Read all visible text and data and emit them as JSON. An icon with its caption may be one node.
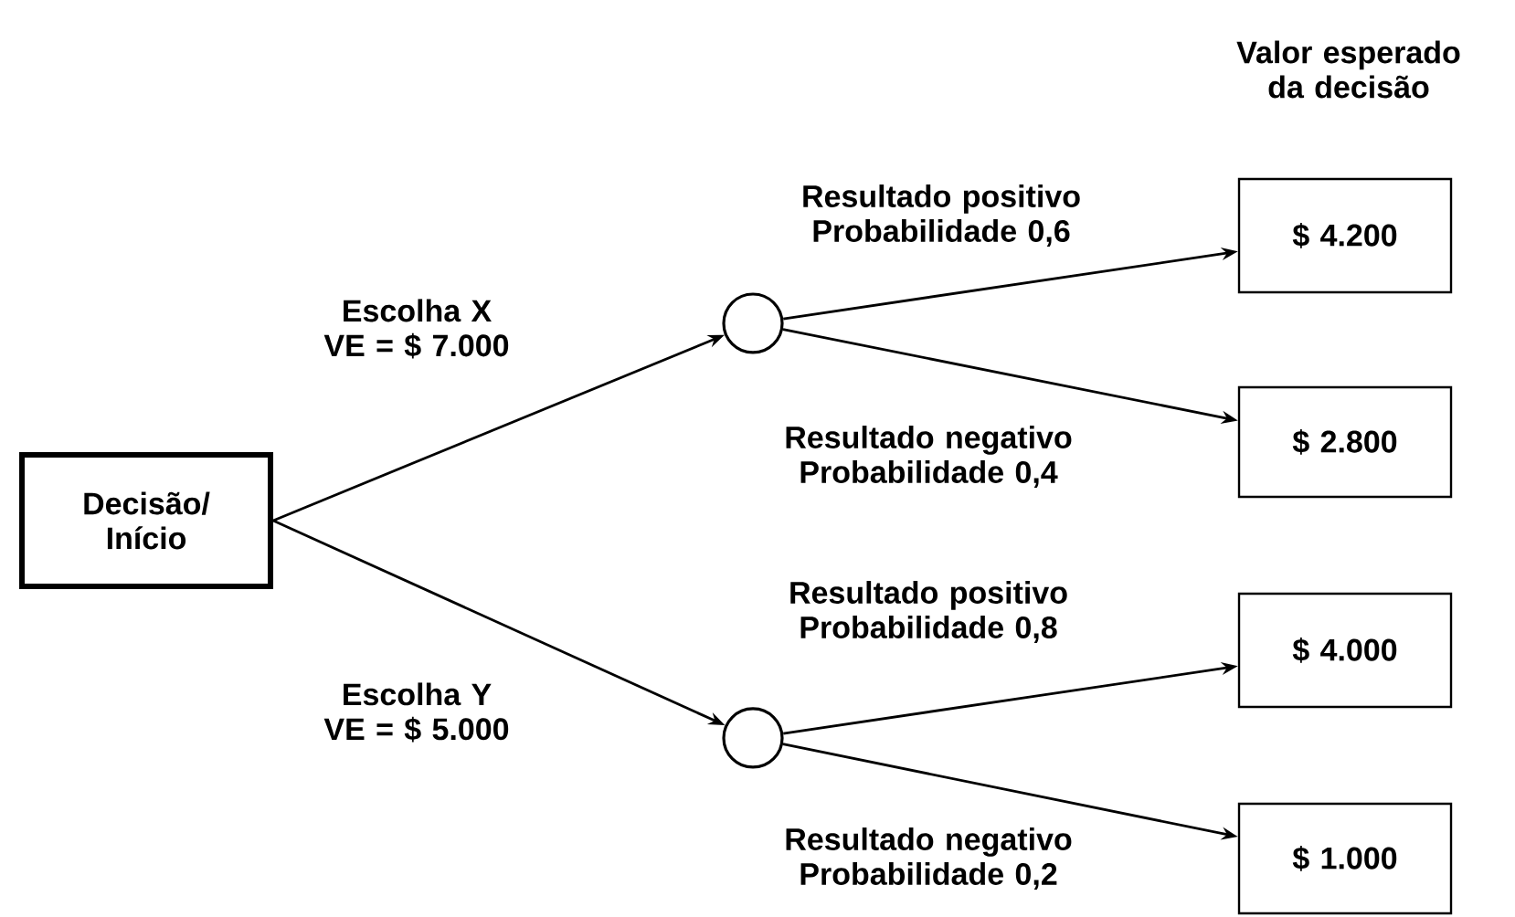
{
  "diagram": {
    "nodes": [
      {
        "text": [
          "Decisão/ Início"
        ]
      },
      {
        "text": [],
        "shape": "circle"
      },
      {
        "text": [],
        "shape": "circle"
      },
      {
        "text": [
          "$ 4.200"
        ]
      },
      {
        "text": [
          "$ 2.800"
        ]
      },
      {
        "text": [
          "$ 4.000"
        ]
      },
      {
        "text": [
          "$ 1.000"
        ]
      }
    ],
    "edges": [
      {
        "from": 0,
        "to": 1,
        "arrow": "to",
        "label": "Escolha X VE = $ 7.000"
      },
      {
        "from": 0,
        "to": 2,
        "arrow": "to",
        "label": "Escolha Y VE = $ 5.000"
      },
      {
        "from": 1,
        "to": 3,
        "arrow": "to",
        "label": "Resultado positivo Probabilidade 0,6"
      },
      {
        "from": 1,
        "to": 4,
        "arrow": "to",
        "label": "Resultado negativo Probabilidade 0,4"
      },
      {
        "from": 2,
        "to": 5,
        "arrow": "to",
        "label": "Resultado positivo Probabilidade 0,8"
      },
      {
        "from": 2,
        "to": 6,
        "arrow": "to",
        "label": "Resultado negativo Probabilidade 0,2"
      }
    ],
    "labels": [
      "Valor esperado da decisão"
    ]
  }
}
